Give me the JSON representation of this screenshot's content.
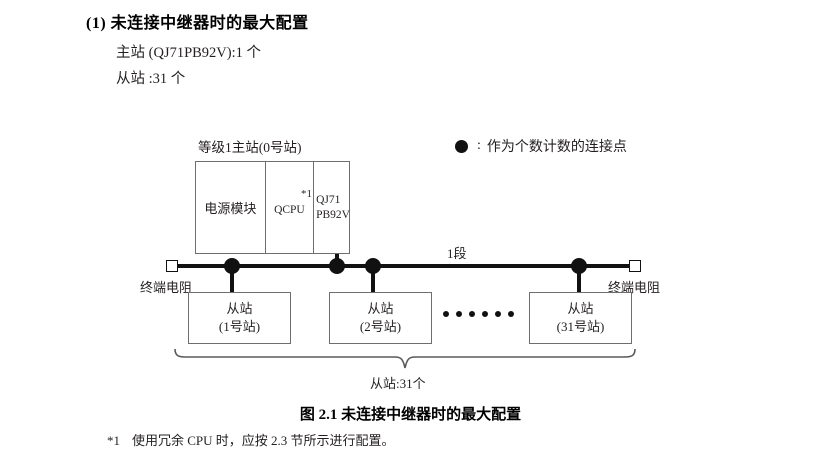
{
  "heading": {
    "number": "(1)",
    "title": "未连接中继器时的最大配置",
    "full": "(1) 未连接中继器时的最大配置"
  },
  "spec_lines": [
    "主站 (QJ71PB92V):1 个",
    "从站 :31 个"
  ],
  "legend": {
    "symbol": "filled-circle",
    "colon": ":",
    "text": "作为个数计数的连接点"
  },
  "master": {
    "title": "等级1主站(0号站)",
    "cells": [
      {
        "label": "电源模块"
      },
      {
        "label": "QCPU",
        "note": "*1"
      },
      {
        "label": "QJ71\nPB92V",
        "line1": "QJ71",
        "line2": "PB92V"
      }
    ]
  },
  "bus": {
    "segment_label": "1段",
    "terminator_left": "终端电阻",
    "terminator_right": "终端电阻"
  },
  "slaves": [
    {
      "name": "从站",
      "station": "(1号站)"
    },
    {
      "name": "从站",
      "station": "(2号站)"
    },
    {
      "name": "从站",
      "station": "(31号站)"
    }
  ],
  "ellipsis_dots": 6,
  "brace_label": "从站:31个",
  "caption": "图 2.1  未连接中继器时的最大配置",
  "footnote": {
    "mark": "*1",
    "text": "使用冗余 CPU 时，应按 2.3 节所示进行配置。"
  },
  "colors": {
    "ink": "#231f20",
    "line": "#111111",
    "box_border": "#6d6e71",
    "background": "#ffffff"
  }
}
